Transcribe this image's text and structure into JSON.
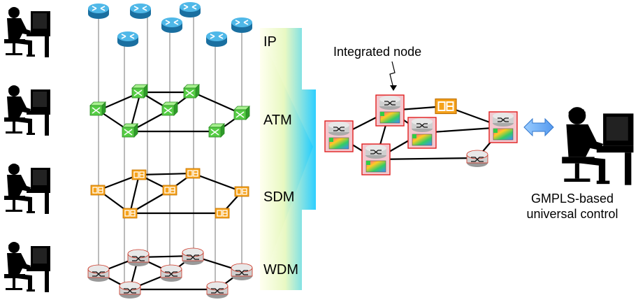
{
  "layers": {
    "ip": "IP",
    "atm": "ATM",
    "sdm": "SDM",
    "wdm": "WDM"
  },
  "integrated_node_label": "Integrated node",
  "caption": {
    "line1": "GMPLS-based",
    "line2": "universal control"
  },
  "colors": {
    "router": "#3aa6d8",
    "atm_switch": "#55cc44",
    "sdm_node": "#f5a21b",
    "wdm_node": "#cc3322",
    "arrow_gradient": [
      "#fffde0",
      "#33ccff"
    ],
    "double_arrow": "#66aaff"
  },
  "icons": {
    "operator": "operator-at-desk-icon",
    "router": "router-icon",
    "atm": "atm-switch-icon",
    "sdm": "sdm-node-icon",
    "wdm": "wdm-node-icon"
  }
}
